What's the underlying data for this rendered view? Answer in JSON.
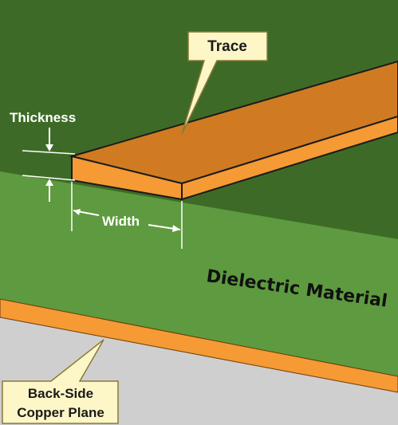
{
  "labels": {
    "trace": "Trace",
    "thickness": "Thickness",
    "width": "Width",
    "dielectric": "Dielectric Material",
    "copper_plane_line1": "Back-Side",
    "copper_plane_line2": "Copper Plane"
  },
  "colors": {
    "back_wall": "#3d6b27",
    "dielectric_top": "#5e9a40",
    "copper": "#f59a34",
    "trace_top": "#d07b22",
    "trace_front": "#f59a34",
    "floor": "#cfcfcf",
    "callout_fill": "#fdf6c6",
    "dimension_lines": "#ffffff"
  }
}
